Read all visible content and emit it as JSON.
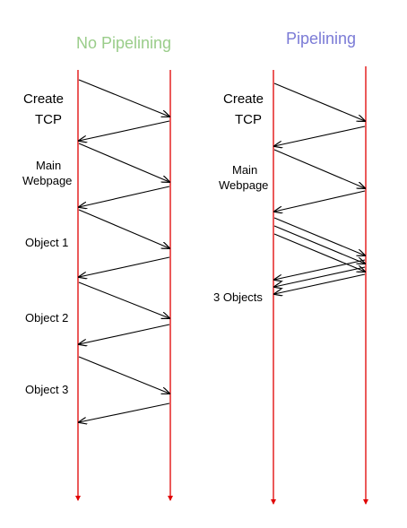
{
  "colors": {
    "timeline": "#e00000",
    "arrow": "#000000",
    "title_no_pipelining": "#9acd8a",
    "title_pipelining": "#7b7bd6",
    "background": "#ffffff"
  },
  "left_panel": {
    "title": "No Pipelining",
    "labels": {
      "create": "Create",
      "tcp": "TCP",
      "main": "Main",
      "webpage": "Webpage",
      "object1": "Object 1",
      "object2": "Object 2",
      "object3": "Object 3"
    }
  },
  "right_panel": {
    "title": "Pipelining",
    "labels": {
      "create": "Create",
      "tcp": "TCP",
      "main": "Main",
      "webpage": "Webpage",
      "objects": "3 Objects"
    }
  }
}
